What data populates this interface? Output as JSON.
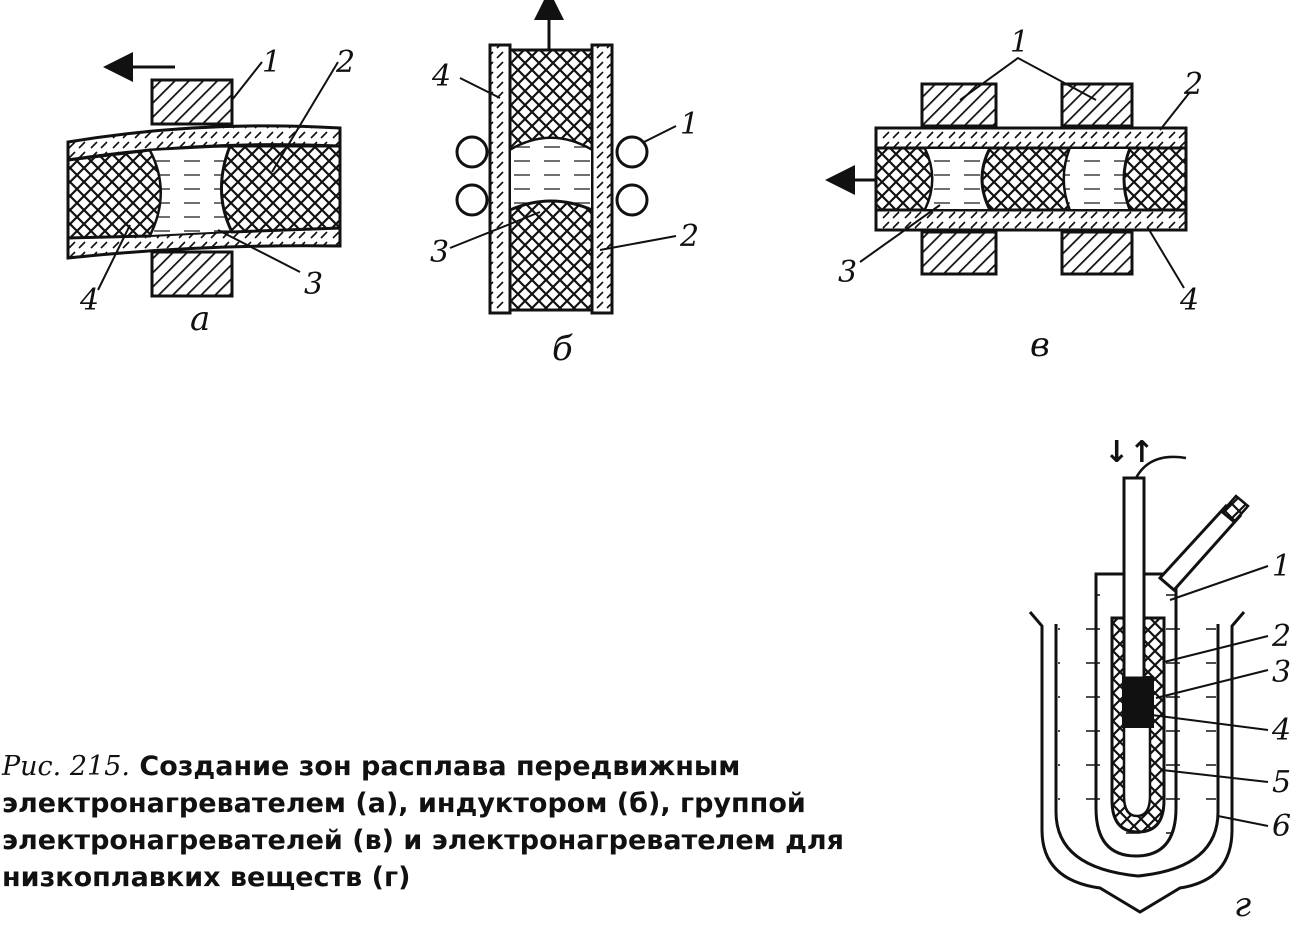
{
  "figure": {
    "caption_prefix": "Рис. 215.",
    "caption_text": "Создание зон расплава передвижным электронагревателем (а), индуктором (б), группой электронагревателей (в) и электронагревателем для низкоплавких веществ (г)"
  },
  "panels": {
    "a": {
      "letter": "а",
      "labels": [
        "1",
        "2",
        "3",
        "4"
      ]
    },
    "b": {
      "letter": "б",
      "labels": [
        "1",
        "2",
        "3",
        "4"
      ]
    },
    "v": {
      "letter": "в",
      "labels": [
        "1",
        "2",
        "3",
        "4"
      ]
    },
    "g": {
      "letter": "г",
      "labels": [
        "1",
        "2",
        "3",
        "4",
        "5",
        "6"
      ],
      "arrow_symbol": "↓↑"
    }
  }
}
